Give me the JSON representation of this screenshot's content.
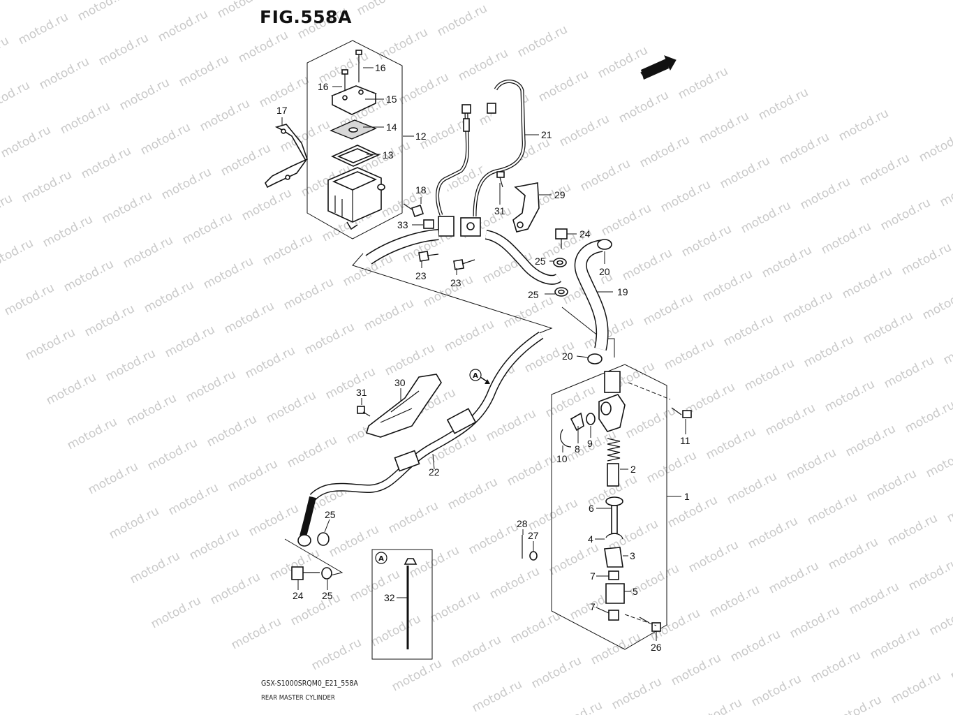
{
  "figure": {
    "title": "FIG.558A",
    "code": "GSX-S1000SRQM0_E21_558A",
    "caption": "REAR MASTER CYLINDER",
    "direction_badge": "FWD",
    "watermark": "motod.ru"
  },
  "callouts": [
    {
      "id": "c16a",
      "label": "16"
    },
    {
      "id": "c16b",
      "label": "16"
    },
    {
      "id": "c15",
      "label": "15"
    },
    {
      "id": "c17",
      "label": "17"
    },
    {
      "id": "c14",
      "label": "14"
    },
    {
      "id": "c12",
      "label": "12"
    },
    {
      "id": "c13",
      "label": "13"
    },
    {
      "id": "c18",
      "label": "18"
    },
    {
      "id": "c33",
      "label": "33"
    },
    {
      "id": "c23a",
      "label": "23"
    },
    {
      "id": "c23b",
      "label": "23"
    },
    {
      "id": "c21",
      "label": "21"
    },
    {
      "id": "c29",
      "label": "29"
    },
    {
      "id": "c31a",
      "label": "31"
    },
    {
      "id": "c24a",
      "label": "24"
    },
    {
      "id": "c25a",
      "label": "25"
    },
    {
      "id": "c20a",
      "label": "20"
    },
    {
      "id": "c25b",
      "label": "25"
    },
    {
      "id": "c19",
      "label": "19"
    },
    {
      "id": "c20b",
      "label": "20"
    },
    {
      "id": "c31b",
      "label": "31"
    },
    {
      "id": "c30",
      "label": "30"
    },
    {
      "id": "c11",
      "label": "11"
    },
    {
      "id": "c8",
      "label": "8"
    },
    {
      "id": "c9",
      "label": "9"
    },
    {
      "id": "c10",
      "label": "10"
    },
    {
      "id": "c2",
      "label": "2"
    },
    {
      "id": "c22",
      "label": "22"
    },
    {
      "id": "c1",
      "label": "1"
    },
    {
      "id": "c6",
      "label": "6"
    },
    {
      "id": "c25c",
      "label": "25"
    },
    {
      "id": "c28",
      "label": "28"
    },
    {
      "id": "c27",
      "label": "27"
    },
    {
      "id": "c4",
      "label": "4"
    },
    {
      "id": "c3",
      "label": "3"
    },
    {
      "id": "c7a",
      "label": "7"
    },
    {
      "id": "c5",
      "label": "5"
    },
    {
      "id": "c7b",
      "label": "7"
    },
    {
      "id": "c24b",
      "label": "24"
    },
    {
      "id": "c25d",
      "label": "25"
    },
    {
      "id": "c32",
      "label": "32"
    },
    {
      "id": "c26",
      "label": "26"
    }
  ],
  "markers": [
    {
      "id": "mA1",
      "label": "A"
    },
    {
      "id": "mA2",
      "label": "A"
    }
  ]
}
